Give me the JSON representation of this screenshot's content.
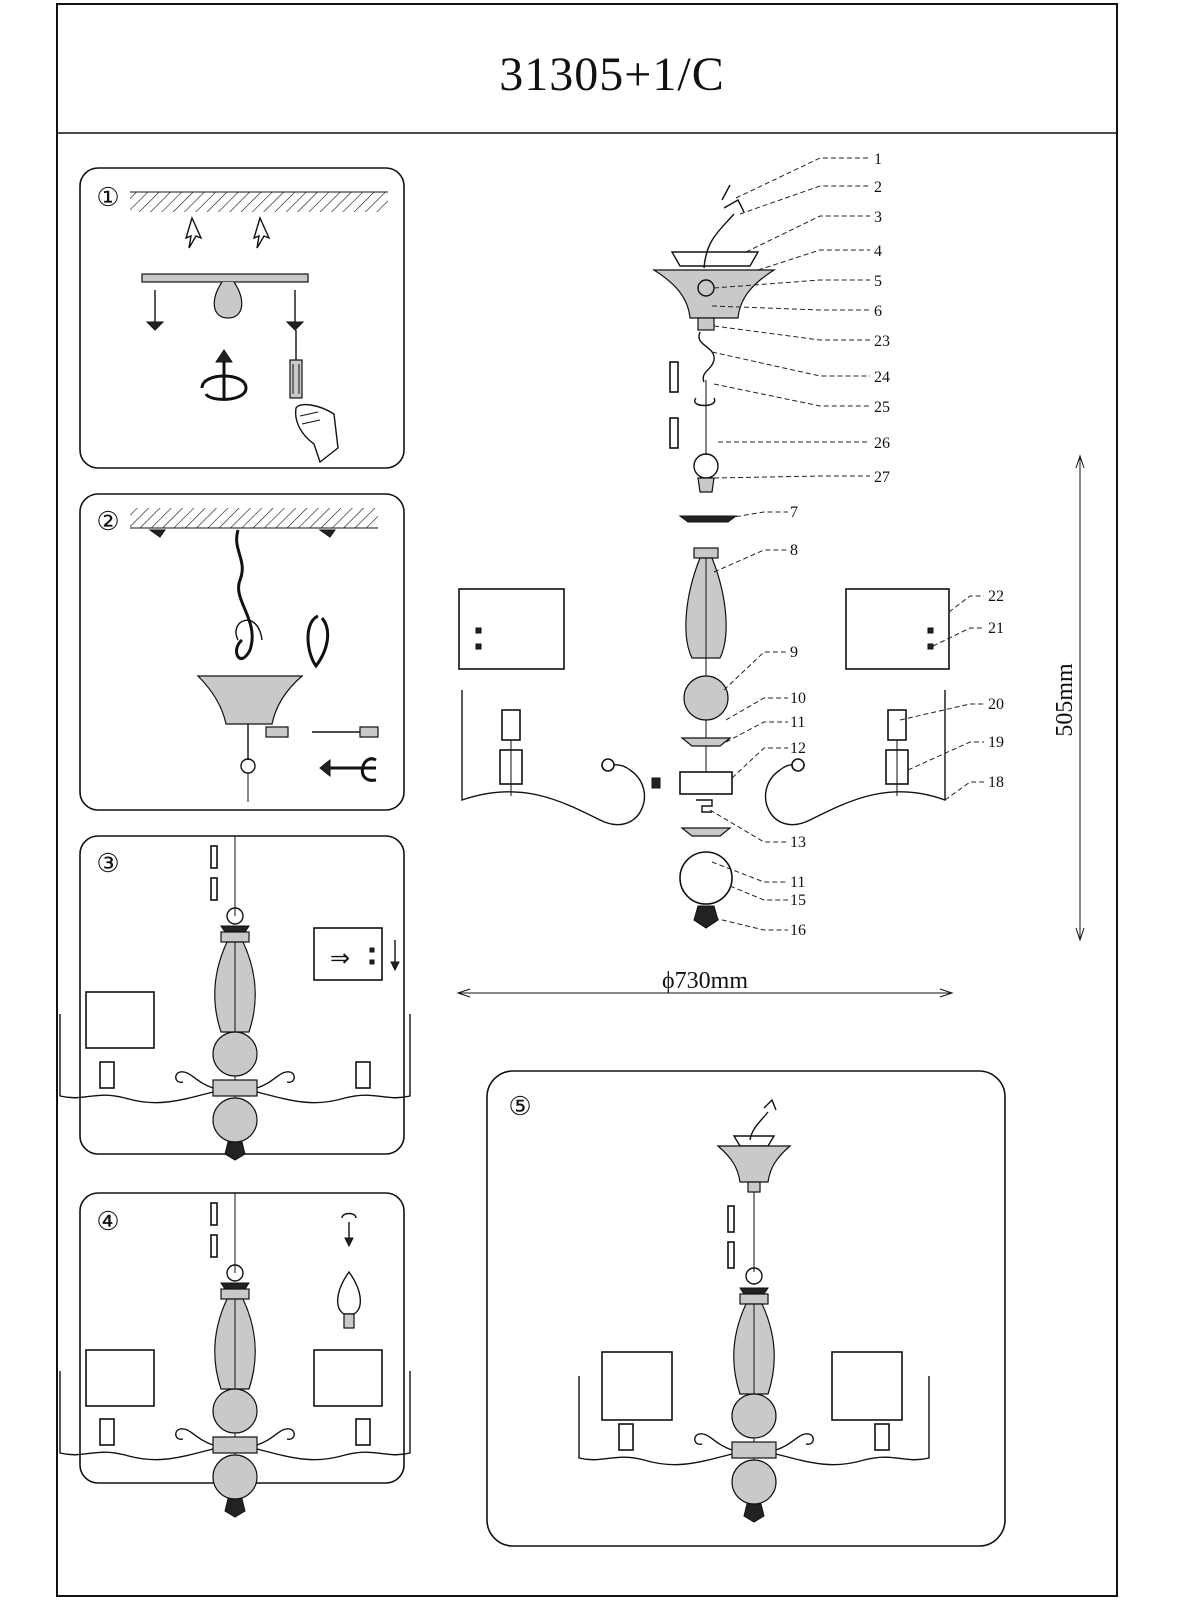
{
  "document": {
    "model_code": "31305+1/C"
  },
  "steps": [
    {
      "number": "①"
    },
    {
      "number": "②"
    },
    {
      "number": "③"
    },
    {
      "number": "④"
    },
    {
      "number": "⑤"
    }
  ],
  "callouts": [
    "1",
    "2",
    "3",
    "4",
    "5",
    "6",
    "23",
    "24",
    "25",
    "26",
    "27",
    "7",
    "8",
    "22",
    "21",
    "9",
    "20",
    "10",
    "19",
    "11",
    "12",
    "18",
    "13",
    "11",
    "15",
    "16"
  ],
  "dimensions": {
    "height": "505mm",
    "diameter": "ϕ730mm"
  }
}
